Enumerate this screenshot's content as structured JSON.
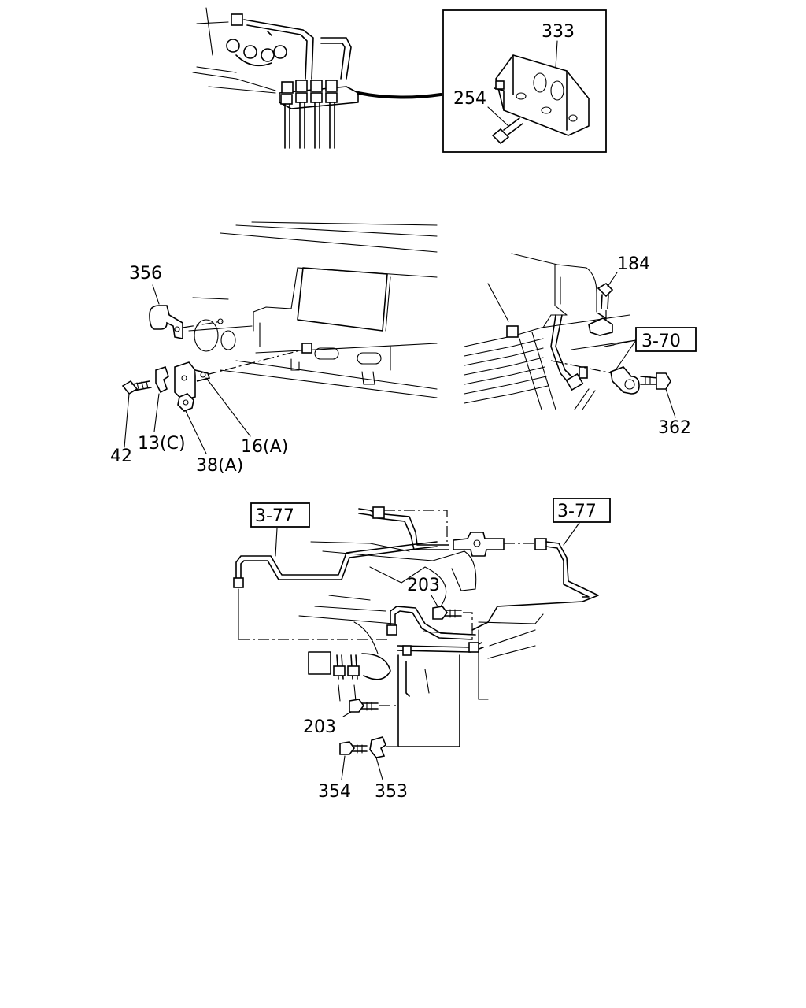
{
  "callouts": {
    "c333": "333",
    "c254": "254",
    "c356": "356",
    "c42": "42",
    "c13c": "13(C)",
    "c38a": "38(A)",
    "c16a": "16(A)",
    "c184": "184",
    "c3_70": "3-70",
    "c362": "362",
    "c3_77_left": "3-77",
    "c3_77_right": "3-77",
    "c203_top": "203",
    "c203_bottom": "203",
    "c354": "354",
    "c353": "353"
  },
  "icons": {
    "bolt": "bolt-icon",
    "clip": "clip-icon",
    "nut": "nut-icon",
    "bracket": "bracket-icon",
    "joint": "three-way-joint-icon"
  }
}
